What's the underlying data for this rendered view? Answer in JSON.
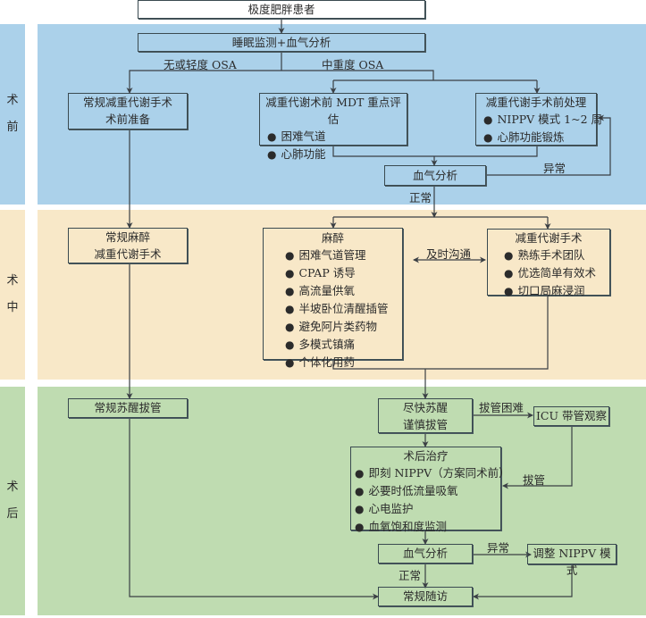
{
  "lanes": [
    {
      "id": "pre",
      "label_top": "术",
      "label_bottom": "前",
      "color": "#abd1ea"
    },
    {
      "id": "intra",
      "label_top": "术",
      "label_bottom": "中",
      "color": "#f8e8c8"
    },
    {
      "id": "post",
      "label_top": "术",
      "label_bottom": "后",
      "color": "#bfdcb1"
    }
  ],
  "nodes": {
    "patient": {
      "title": "极度肥胖患者"
    },
    "screening": {
      "title": "睡眠监测+血气分析"
    },
    "routine_prep": {
      "line1": "常规减重代谢手术",
      "line2": "术前准备"
    },
    "mdt_eval": {
      "title": "减重代谢术前 MDT 重点评估",
      "items": [
        "困难气道",
        "心肺功能"
      ]
    },
    "preop_treat": {
      "title": "减重代谢手术前处理",
      "items": [
        "NIPPV 模式 1~2 周",
        "心肺功能锻炼"
      ]
    },
    "bga_pre": {
      "title": "血气分析"
    },
    "routine_anes": {
      "line1": "常规麻醉",
      "line2": "减重代谢手术"
    },
    "anesthesia": {
      "title": "麻醉",
      "items": [
        "困难气道管理",
        "CPAP 诱导",
        "高流量供氧",
        "半坡卧位清醒插管",
        "避免阿片类药物",
        "多模式镇痛",
        "个体化用药"
      ]
    },
    "surgery": {
      "title": "减重代谢手术",
      "items": [
        "熟练手术团队",
        "优选简单有效术",
        "切口局麻浸润"
      ]
    },
    "routine_extub": {
      "title": "常规苏醒拔管"
    },
    "quick_wake": {
      "line1": "尽快苏醒",
      "line2": "谨慎拔管"
    },
    "icu": {
      "title": "ICU 带管观察"
    },
    "postop_treat": {
      "title": "术后治疗",
      "items": [
        "即刻 NIPPV（方案同术前）",
        "必要时低流量吸氧",
        "心电监护",
        "血氧饱和度监测"
      ]
    },
    "bga_post": {
      "title": "血气分析"
    },
    "adjust_nippv": {
      "title": "调整 NIPPV 模式"
    },
    "followup": {
      "title": "常规随访"
    }
  },
  "edge_labels": {
    "mild_osa": "无或轻度 OSA",
    "severe_osa": "中重度 OSA",
    "abnormal_pre": "异常",
    "normal_pre": "正常",
    "timely_comm": "及时沟通",
    "extub_difficult": "拔管困难",
    "extubate": "拔管",
    "abnormal_post": "异常",
    "normal_post": "正常"
  }
}
